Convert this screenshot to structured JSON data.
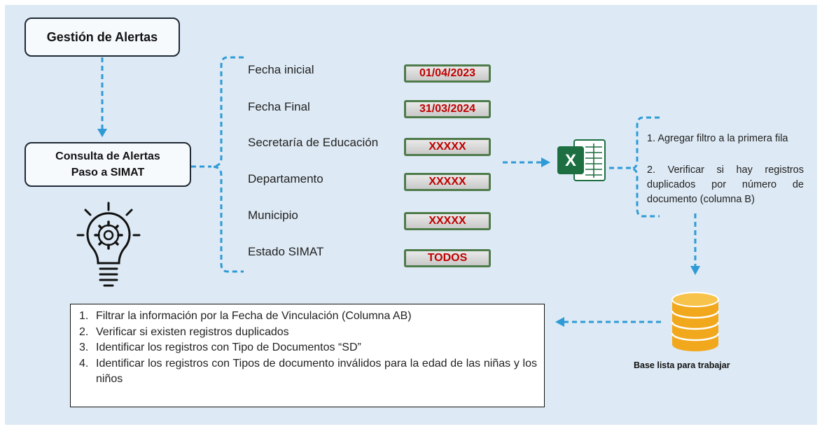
{
  "boxes": {
    "gestion": "Gestión de Alertas",
    "consulta_line1": "Consulta de Alertas",
    "consulta_line2": "Paso a SIMAT"
  },
  "parameters": [
    {
      "label": "Fecha inicial",
      "value": "01/04/2023"
    },
    {
      "label": "Fecha Final",
      "value": "31/03/2024"
    },
    {
      "label": "Secretaría de Educación",
      "value": "XXXXX"
    },
    {
      "label": "Departamento",
      "value": "XXXXX"
    },
    {
      "label": "Municipio",
      "value": "XXXXX"
    },
    {
      "label": "Estado SIMAT",
      "value": "TODOS"
    }
  ],
  "excel": {
    "icon": "excel-icon",
    "letter": "X"
  },
  "excel_steps": {
    "step1": "1. Agregar filtro a la primera fila",
    "step2": "2. Verificar si hay registros duplicados por número de documento (columna B)"
  },
  "database": {
    "icon": "database-icon",
    "caption": "Base lista para trabajar"
  },
  "lightbulb": {
    "icon": "lightbulb-gear-icon"
  },
  "instructions": [
    {
      "num": "1.",
      "text": "Filtrar la información por la Fecha de Vinculación (Columna AB)"
    },
    {
      "num": "2.",
      "text": "Verificar si existen registros duplicados"
    },
    {
      "num": "3.",
      "text": "Identificar los registros con Tipo de Documentos “SD”"
    },
    {
      "num": "4.",
      "text": "Identificar los registros con Tipos de documento inválidos para la edad de las niñas y los niños"
    }
  ],
  "colors": {
    "background": "#dde9f4",
    "connector": "#2e9bd6",
    "value_text": "#c00000",
    "value_border": "#4e7b4a",
    "excel_green": "#1d6f42",
    "database_gold": "#f2a81d"
  }
}
